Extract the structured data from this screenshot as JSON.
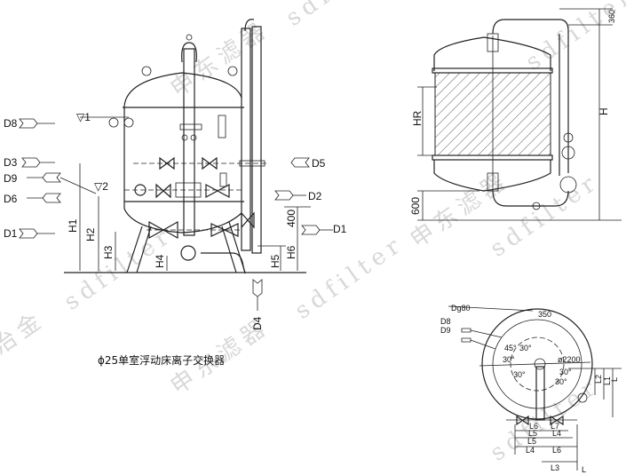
{
  "watermarks": [
    "sdfilter",
    "申东滤器",
    "冶金"
  ],
  "front_view": {
    "caption": "ϕ25单室浮动床离子交换器",
    "level_marks": [
      "▽1",
      "▽2"
    ],
    "connections_left": [
      "D8",
      "D3",
      "D9",
      "D6",
      "D1"
    ],
    "connections_right": [
      "D5",
      "D2",
      "D1"
    ],
    "connection_bottom": "D4",
    "dimensions": [
      "H1",
      "H2",
      "H3",
      "H4",
      "H5",
      "H6",
      "400"
    ]
  },
  "side_view": {
    "dimensions": [
      "HR",
      "H",
      "600",
      "360"
    ]
  },
  "plan_view": {
    "connections": [
      "Dg80",
      "D8",
      "D9"
    ],
    "dimensions": [
      "350",
      "L",
      "L1",
      "L2",
      "L3",
      "L4",
      "L5",
      "L6",
      "L7",
      "L4",
      "L5",
      "L6",
      "L"
    ],
    "angles": [
      "30°",
      "30°",
      "30°",
      "30°",
      "30°",
      "45°"
    ],
    "diameter": "ø2200"
  }
}
